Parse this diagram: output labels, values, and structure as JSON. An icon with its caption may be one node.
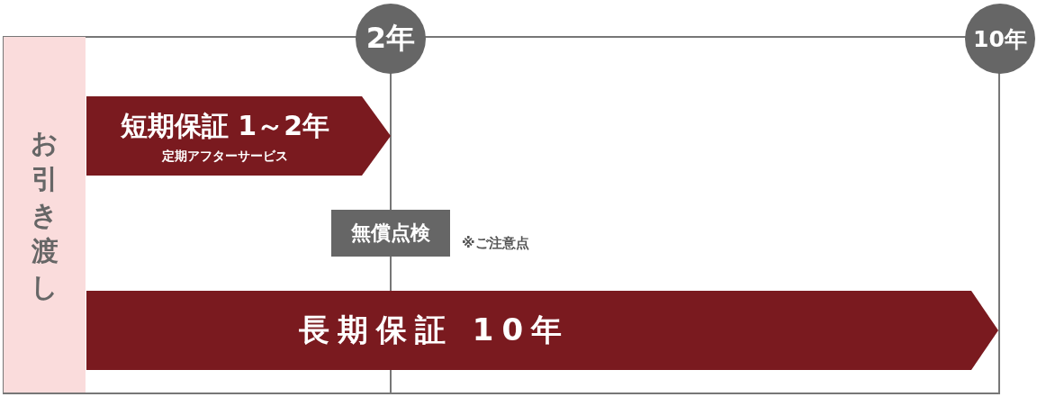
{
  "diagram": {
    "nodes": [
      {
        "text": [
          "お引き渡し"
        ]
      },
      {
        "text": [
          "2年"
        ]
      },
      {
        "text": [
          "10年"
        ]
      },
      {
        "text": [
          "短期保証 1～2年",
          "定期アフターサービス"
        ]
      },
      {
        "text": [
          "無償点検"
        ],
        "beside": [
          "※ご注意点"
        ]
      },
      {
        "text": [
          "長期保証 10年"
        ]
      }
    ],
    "edges": []
  }
}
